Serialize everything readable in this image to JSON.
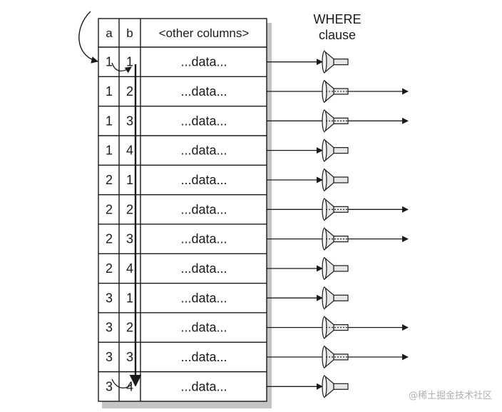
{
  "table": {
    "headers": [
      "a",
      "b",
      "<other columns>"
    ],
    "rows": [
      {
        "a": "1",
        "b": "1",
        "data": "...data...",
        "passes": false
      },
      {
        "a": "1",
        "b": "2",
        "data": "...data...",
        "passes": true
      },
      {
        "a": "1",
        "b": "3",
        "data": "...data...",
        "passes": true
      },
      {
        "a": "1",
        "b": "4",
        "data": "...data...",
        "passes": false
      },
      {
        "a": "2",
        "b": "1",
        "data": "...data...",
        "passes": false
      },
      {
        "a": "2",
        "b": "2",
        "data": "...data...",
        "passes": true
      },
      {
        "a": "2",
        "b": "3",
        "data": "...data...",
        "passes": true
      },
      {
        "a": "2",
        "b": "4",
        "data": "...data...",
        "passes": false
      },
      {
        "a": "3",
        "b": "1",
        "data": "...data...",
        "passes": false
      },
      {
        "a": "3",
        "b": "2",
        "data": "...data...",
        "passes": true
      },
      {
        "a": "3",
        "b": "3",
        "data": "...data...",
        "passes": true
      },
      {
        "a": "3",
        "b": "4",
        "data": "...data...",
        "passes": false
      }
    ]
  },
  "filter": {
    "label_line1": "WHERE",
    "label_line2": "clause",
    "icon": "funnel-icon"
  },
  "watermark": "@稀土掘金技术社区",
  "colors": {
    "line": "#1a1a1a",
    "shadow": "#c4c4c4",
    "funnel_fill": "#e6e6e6"
  }
}
